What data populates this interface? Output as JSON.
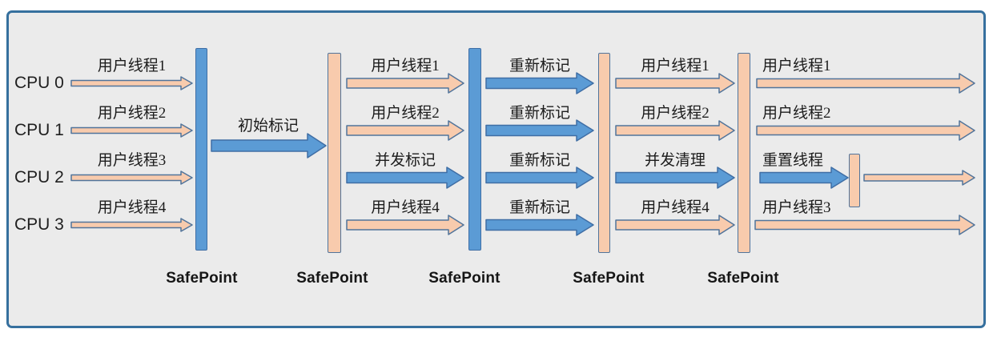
{
  "cpus": [
    "CPU 0",
    "CPU 1",
    "CPU 2",
    "CPU 3"
  ],
  "phases": {
    "initial_mark": "初始标记",
    "concurrent_mark": "并发标记",
    "remark": "重新标记",
    "concurrent_sweep": "并发清理",
    "reset_threads": "重置线程"
  },
  "sections": {
    "s1": {
      "rows": [
        "用户线程1",
        "用户线程2",
        "用户线程3",
        "用户线程4"
      ]
    },
    "s2": {
      "rows": [
        "用户线程1",
        "用户线程2",
        "并发标记",
        "用户线程4"
      ]
    },
    "s3": {
      "rows": [
        "重新标记",
        "重新标记",
        "重新标记",
        "重新标记"
      ]
    },
    "s4": {
      "rows": [
        "用户线程1",
        "用户线程2",
        "并发清理",
        "用户线程4"
      ]
    },
    "s5": {
      "rows": [
        "用户线程1",
        "用户线程2",
        "重置线程",
        "用户线程3"
      ]
    }
  },
  "safepoints": [
    "SafePoint",
    "SafePoint",
    "SafePoint",
    "SafePoint",
    "SafePoint"
  ],
  "colors": {
    "blue": "#5b9bd5",
    "blueStroke": "#3f6ea5",
    "peach": "#f8cbad",
    "peachStroke": "#51749b",
    "frame": "#36709e",
    "background": "#ebebeb"
  }
}
